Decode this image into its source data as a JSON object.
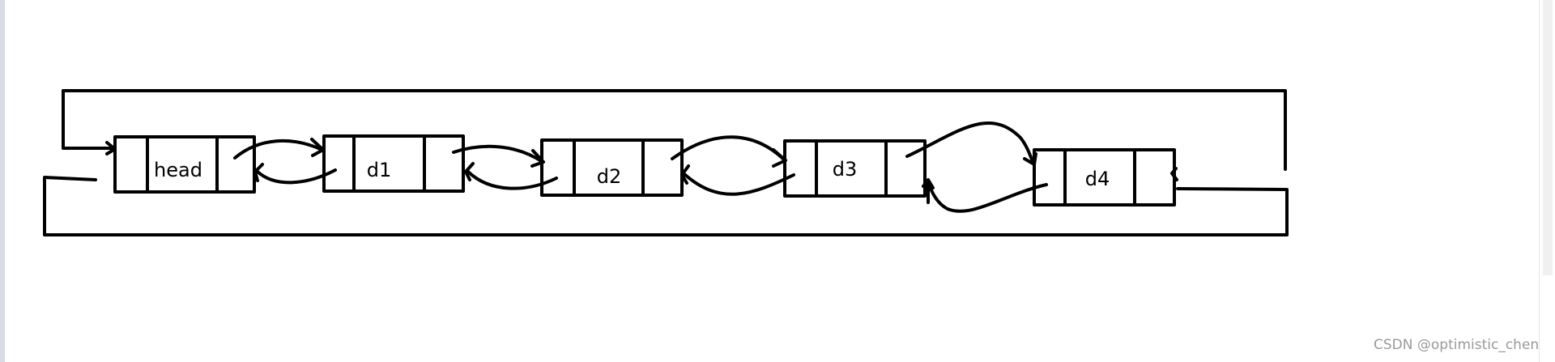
{
  "diagram": {
    "nodes": [
      {
        "id": "head",
        "label": "head"
      },
      {
        "id": "d1",
        "label": "d1"
      },
      {
        "id": "d2",
        "label": "d2"
      },
      {
        "id": "d3",
        "label": "d3"
      },
      {
        "id": "d4",
        "label": "d4"
      }
    ],
    "links": [
      {
        "from": "head",
        "to": "d1",
        "direction": "next"
      },
      {
        "from": "d1",
        "to": "head",
        "direction": "prev"
      },
      {
        "from": "d1",
        "to": "d2",
        "direction": "next"
      },
      {
        "from": "d2",
        "to": "d1",
        "direction": "prev"
      },
      {
        "from": "d2",
        "to": "d3",
        "direction": "next"
      },
      {
        "from": "d3",
        "to": "d2",
        "direction": "prev"
      },
      {
        "from": "d3",
        "to": "d4",
        "direction": "next"
      },
      {
        "from": "d4",
        "to": "d3",
        "direction": "prev"
      },
      {
        "from": "d4",
        "to": "head",
        "direction": "next"
      },
      {
        "from": "head",
        "to": "d4",
        "direction": "prev"
      }
    ],
    "stroke_color": "#000000"
  },
  "watermark": {
    "text": "CSDN @optimistic_chen"
  }
}
